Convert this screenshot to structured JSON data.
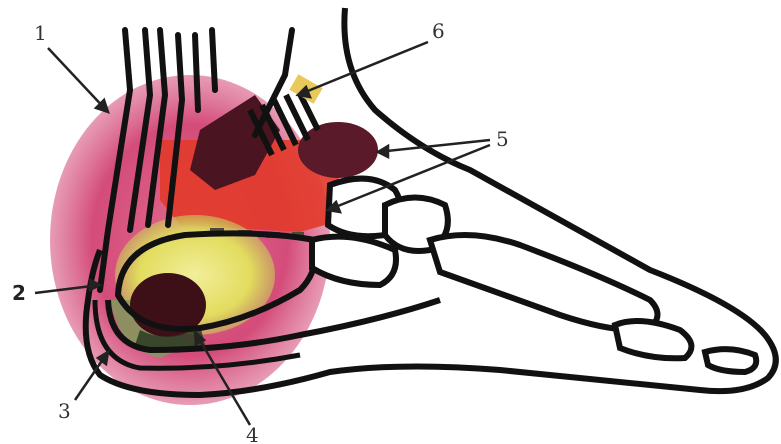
{
  "labels": [
    {
      "id": "label-1",
      "text": "1"
    },
    {
      "id": "label-2",
      "text": "2"
    },
    {
      "id": "label-3",
      "text": "3"
    },
    {
      "id": "label-4",
      "text": "4"
    },
    {
      "id": "label-5",
      "text": "5"
    },
    {
      "id": "label-6",
      "text": "6"
    }
  ],
  "colors": {
    "outline": "#111111",
    "swelling_pink": "#d9517a",
    "inflamed_red": "#e23b2c",
    "dark_mass": "#5a1a2a",
    "yellow_zone": "#e8e06a",
    "green_zone": "#7aa05a"
  }
}
